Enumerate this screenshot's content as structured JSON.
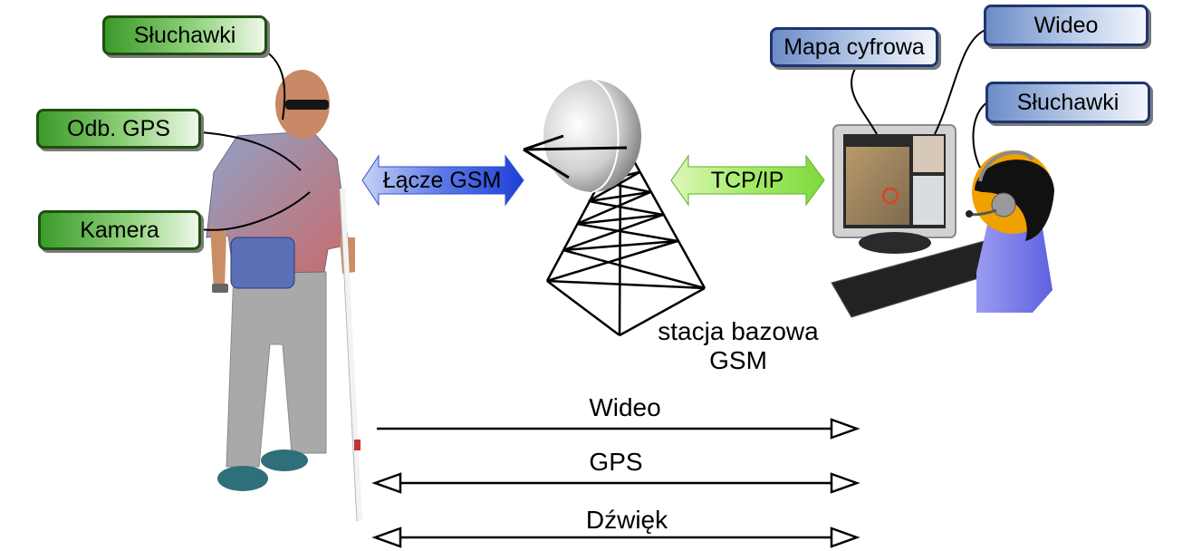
{
  "labels": {
    "headphones_left": "Słuchawki",
    "gps_receiver": "Odb. GPS",
    "camera": "Kamera",
    "digital_map": "Mapa cyfrowa",
    "video": "Wideo",
    "headphones_right": "Słuchawki"
  },
  "links": {
    "gsm": "Łącze GSM",
    "tcpip": "TCP/IP"
  },
  "base_station": {
    "line1": "stacja bazowa",
    "line2": "GSM"
  },
  "streams": {
    "video": "Wideo",
    "gps": "GPS",
    "audio": "Dźwięk"
  }
}
